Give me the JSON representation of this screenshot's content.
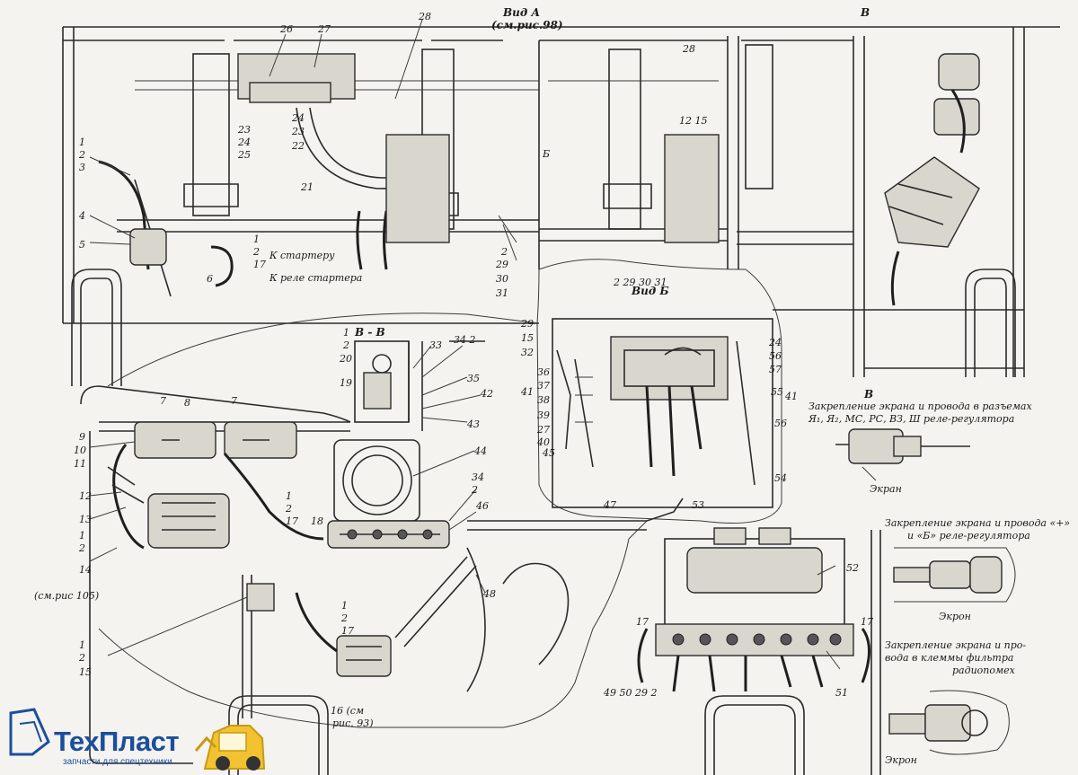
{
  "header": {
    "view_a": "Вид А",
    "view_a_ref": "(см.рис.98)",
    "view_v": "В",
    "view_b": "Вид Б",
    "section_vv": "В - В",
    "section_v_marker": "В"
  },
  "labels": {
    "n28_top": "28",
    "n26": "26",
    "n27": "27",
    "n28_mid": "28",
    "n23a": "23",
    "n24a": "24",
    "n25": "25",
    "n24b": "24",
    "n23b": "23",
    "n22": "22",
    "n21": "21",
    "n1a": "1",
    "n2a": "2",
    "n3": "3",
    "n4": "4",
    "n5": "5",
    "n6": "6",
    "n1b": "1",
    "n2b": "2",
    "n17a": "17",
    "n2c": "2",
    "n29a": "29",
    "n30a": "30",
    "n31a": "31",
    "n12_15": "12 15",
    "nB": "Б",
    "row_vidb": "2 29 30 31",
    "n29b": "29",
    "n15b": "15",
    "n32": "32",
    "n1c": "1",
    "n2d": "2",
    "n20": "20",
    "n19": "19",
    "n33": "33",
    "n34_2": "34 2",
    "n35": "35",
    "n42": "42",
    "n43": "43",
    "n44": "44",
    "n34b": "34",
    "n2e": "2",
    "n46": "46",
    "n7a": "7",
    "n8": "8",
    "n7b": "7",
    "n9": "9",
    "n10": "10",
    "n11": "11",
    "n12": "12",
    "n13": "13",
    "n1d": "1",
    "n2f": "2",
    "n14": "14",
    "ref105": "(см.рис 105)",
    "n1e": "1",
    "n2g": "2",
    "n17b": "17",
    "n18": "18",
    "n48": "48",
    "n1f": "1",
    "n2h": "2",
    "n17c": "17",
    "n1g": "1",
    "n2i": "2",
    "n15c": "15",
    "ref16": "16 (см",
    "ref93": "рис. 93)",
    "n36": "36",
    "n37": "37",
    "n38": "38",
    "n39": "39",
    "n41a": "41",
    "n27b": "27",
    "n40": "40",
    "n45": "45",
    "n24c": "24",
    "n56": "56",
    "n57": "57",
    "n55": "55",
    "n41b": "41",
    "n56b": "56",
    "n54": "54",
    "n47": "47",
    "n53": "53",
    "n52": "52",
    "n17d": "17",
    "n17e": "17",
    "row_bottom": "49 50 29 2",
    "n51": "51",
    "starter": "К стартеру",
    "starter_relay": "К реле стартера"
  },
  "captions": {
    "cap1_l1": "Закрепление экрана и провода в разъемах",
    "cap1_l2": "Я₁, Я₂, МС, РС, ВЗ, Ш реле-регулятора",
    "screen1": "Экран",
    "cap2_l1": "Закрепление экрана и провода «+»",
    "cap2_l2": "и «Б» реле-регулятора",
    "screen2": "Экрон",
    "cap3_l1": "Закрепление экрана и про-",
    "cap3_l2": "вода в клеммы фильтра",
    "cap3_l3": "радиопомех",
    "screen3": "Экрон"
  },
  "logo": {
    "word": "ТехПласт",
    "sub": "запчасти для спецтехники",
    "color": "#1b4f9c",
    "accent": "#f2c230"
  }
}
